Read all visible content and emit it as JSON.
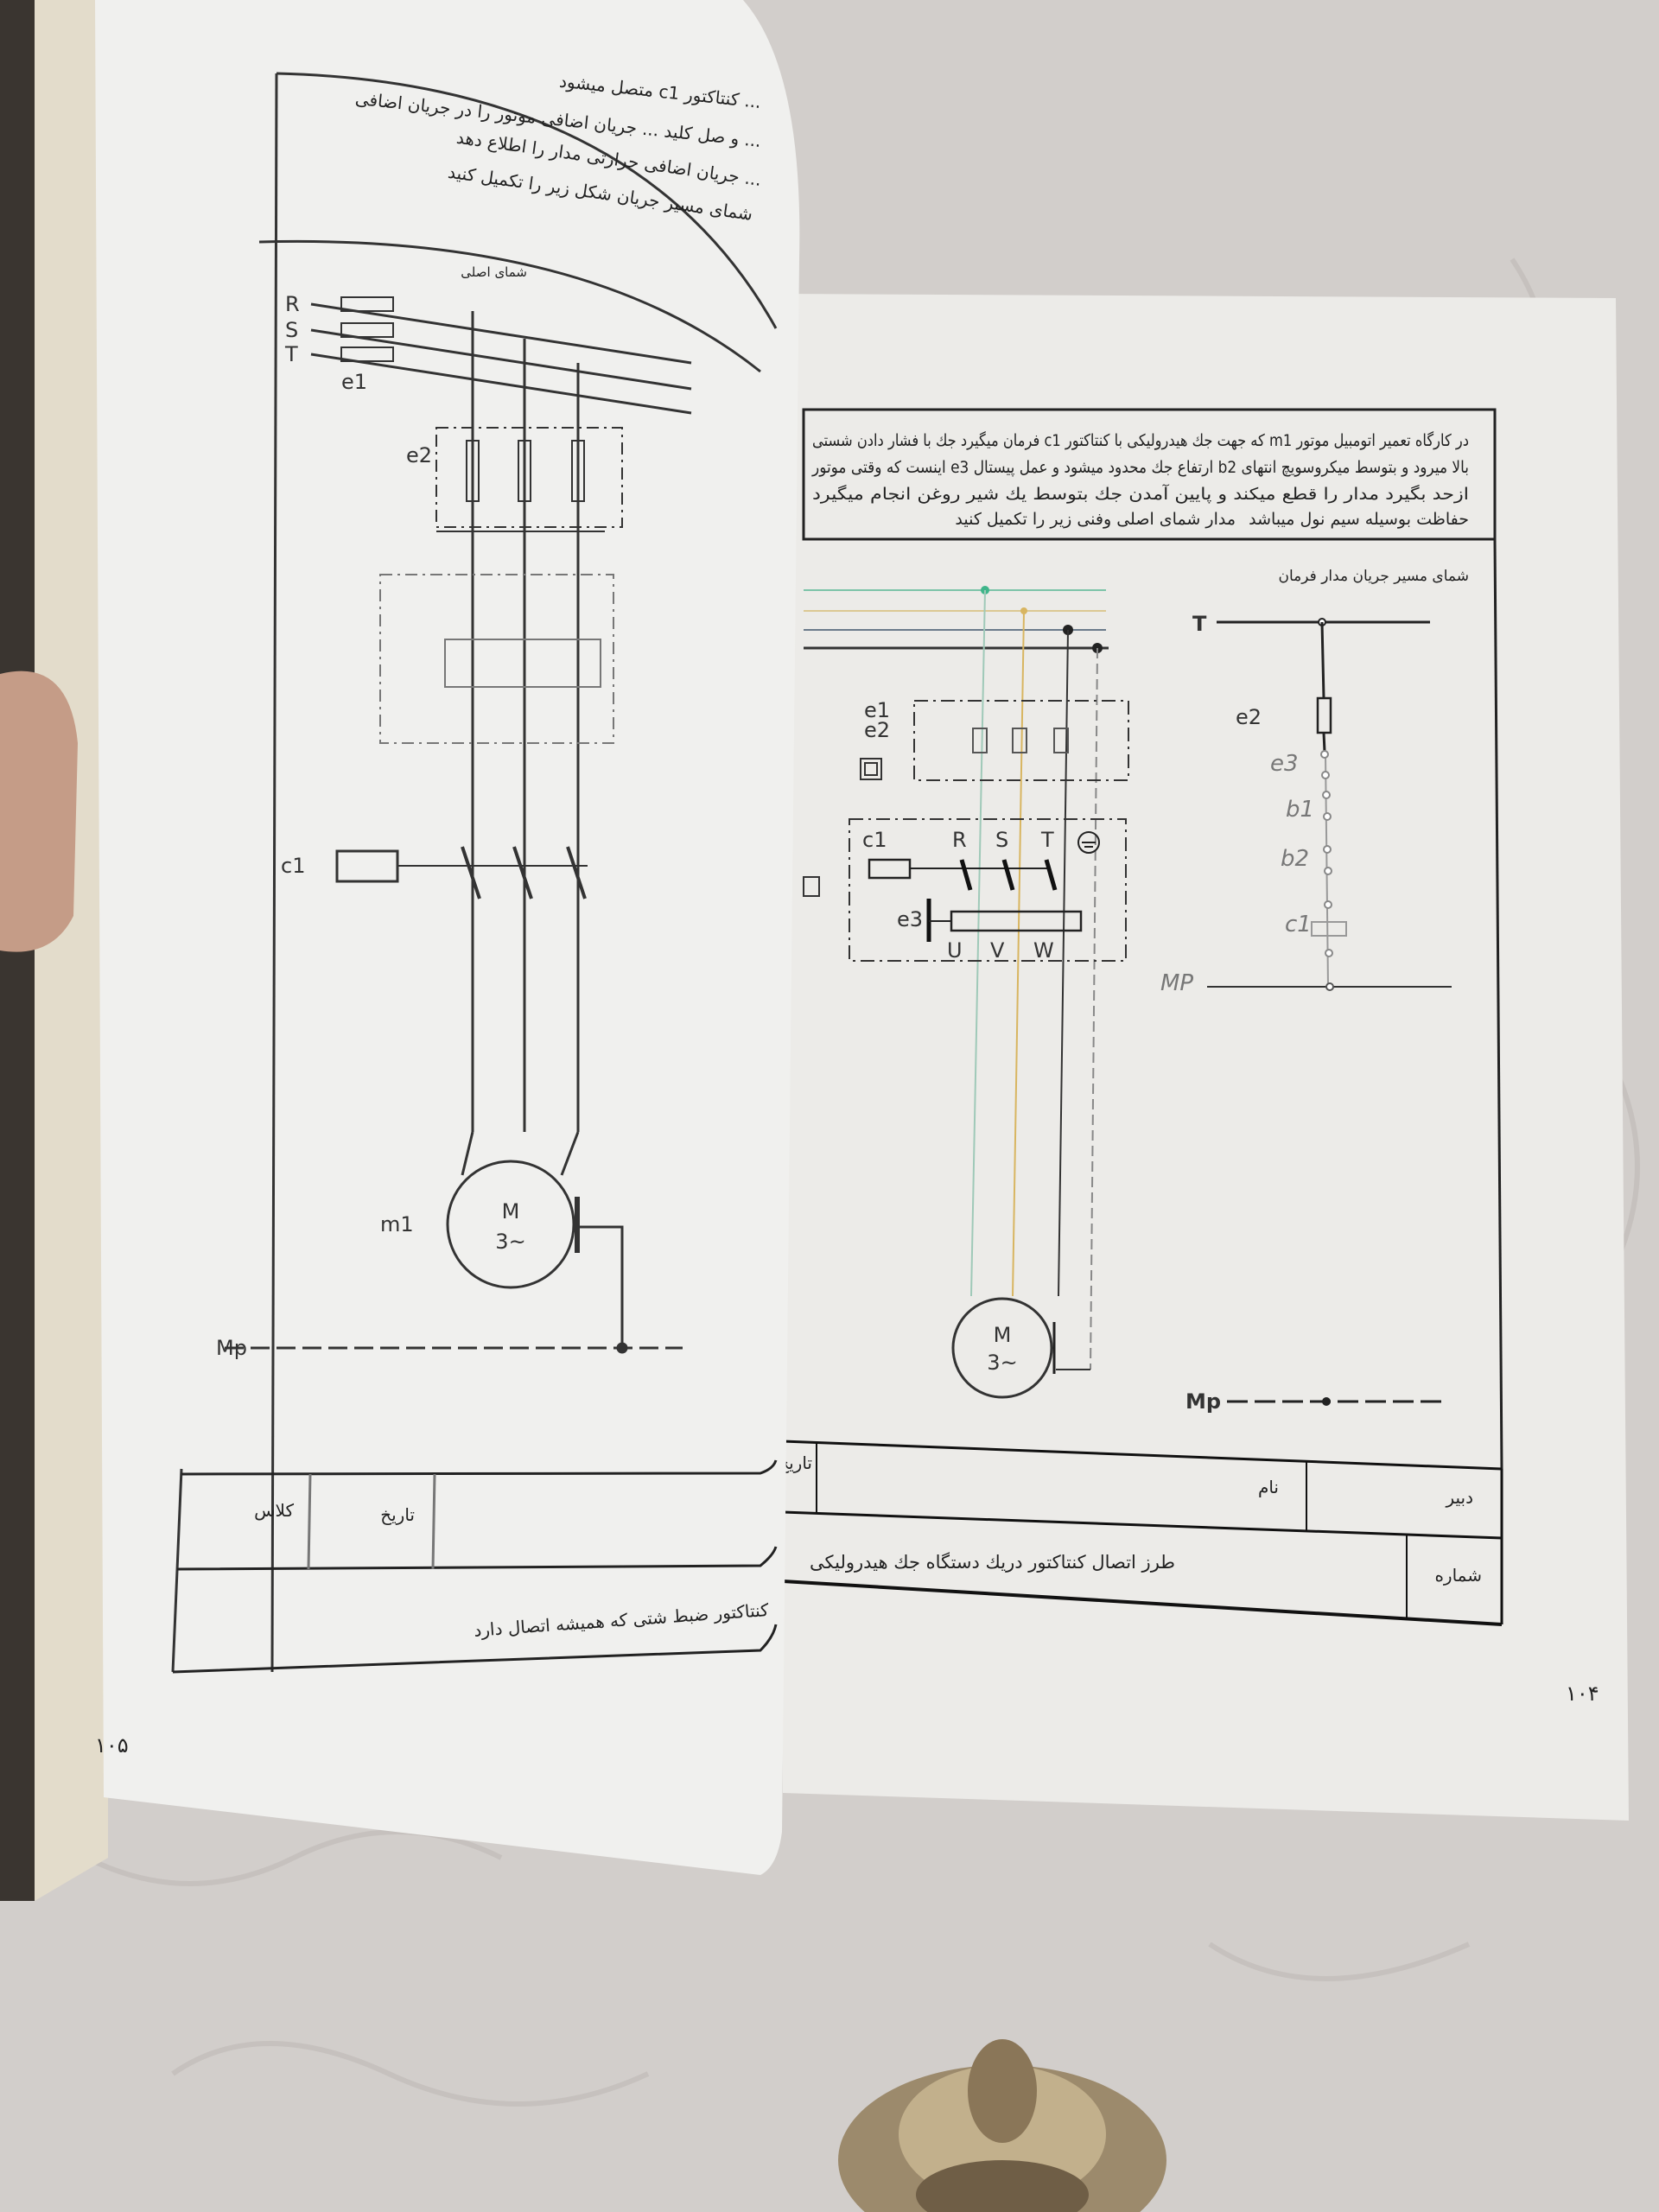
{
  "right_page": {
    "intro_lines": [
      "در کارگاه تعمیر اتومبیل موتور m1 که جهت جك هیدرولیکی با کنتاکتور c1 فرمان میگیرد جك با فشار دادن شستی",
      "بالا میرود و بتوسط میکروسویچ انتهای b2 ارتفاع جك محدود میشود و عمل پیستال e3 اینست که وقتی موتور",
      "ازحد بگیرد مدار را قطع میکند و پایین آمدن جك بتوسط یك شیر روغن انجام میگیرد",
      "حفاظت بوسیله سیم نول میباشد",
      "مدار شمای اصلی وفنی زیر را تکمیل کنید"
    ],
    "control_title": "شمای مسیر جریان مدار فرمان",
    "power_labels": {
      "e1": "e1",
      "e2": "e2",
      "c1": "c1",
      "e3": "e3",
      "R": "R",
      "S": "S",
      "T": "T",
      "U": "U",
      "V": "V",
      "W": "W",
      "motor_M": "M",
      "motor_phase": "3~",
      "mp": "Mp"
    },
    "control_labels": {
      "T": "T",
      "e2": "e2",
      "e3": "e3",
      "b1": "b1",
      "b2": "b2",
      "c1": "c1",
      "mp": "MP"
    },
    "footer": {
      "date_label": "تاریخ",
      "name_label": "نام",
      "teacher_label": "دبیر",
      "number_label": "شماره",
      "title": "طرز اتصال کنتاکتور دریك دستگاه جك هیدرولیکی"
    },
    "page_number": "۱۰۴"
  },
  "left_page": {
    "intro_lines": [
      "... کنتاکتور c1 متصل میشود",
      "... و صل کلید ... جریان اضافی موتور را در جریان اضافی",
      "... جریان اضافی حرارتی مدار را اطلاع دهد",
      "شمای مسیر جریان شکل زیر را تکمیل کنید"
    ],
    "diagram_title": "شمای اصلی",
    "labels": {
      "R": "R",
      "S": "S",
      "T": "T",
      "e1": "e1",
      "e2": "e2",
      "c1": "c1",
      "m1": "m1",
      "motor_M": "M",
      "motor_phase": "3~",
      "mp": "Mp"
    },
    "footer": {
      "class_label": "کلاس",
      "date_label": "تاریخ",
      "caption": "کنتاکتور ضبط شتی که همیشه اتصال دارد"
    },
    "page_number": "۱۰۵"
  },
  "colors": {
    "wire_green": "#4fb08f",
    "wire_yellow": "#d8b560",
    "page": "#f1f1ef",
    "ink": "#1e1e1e"
  }
}
